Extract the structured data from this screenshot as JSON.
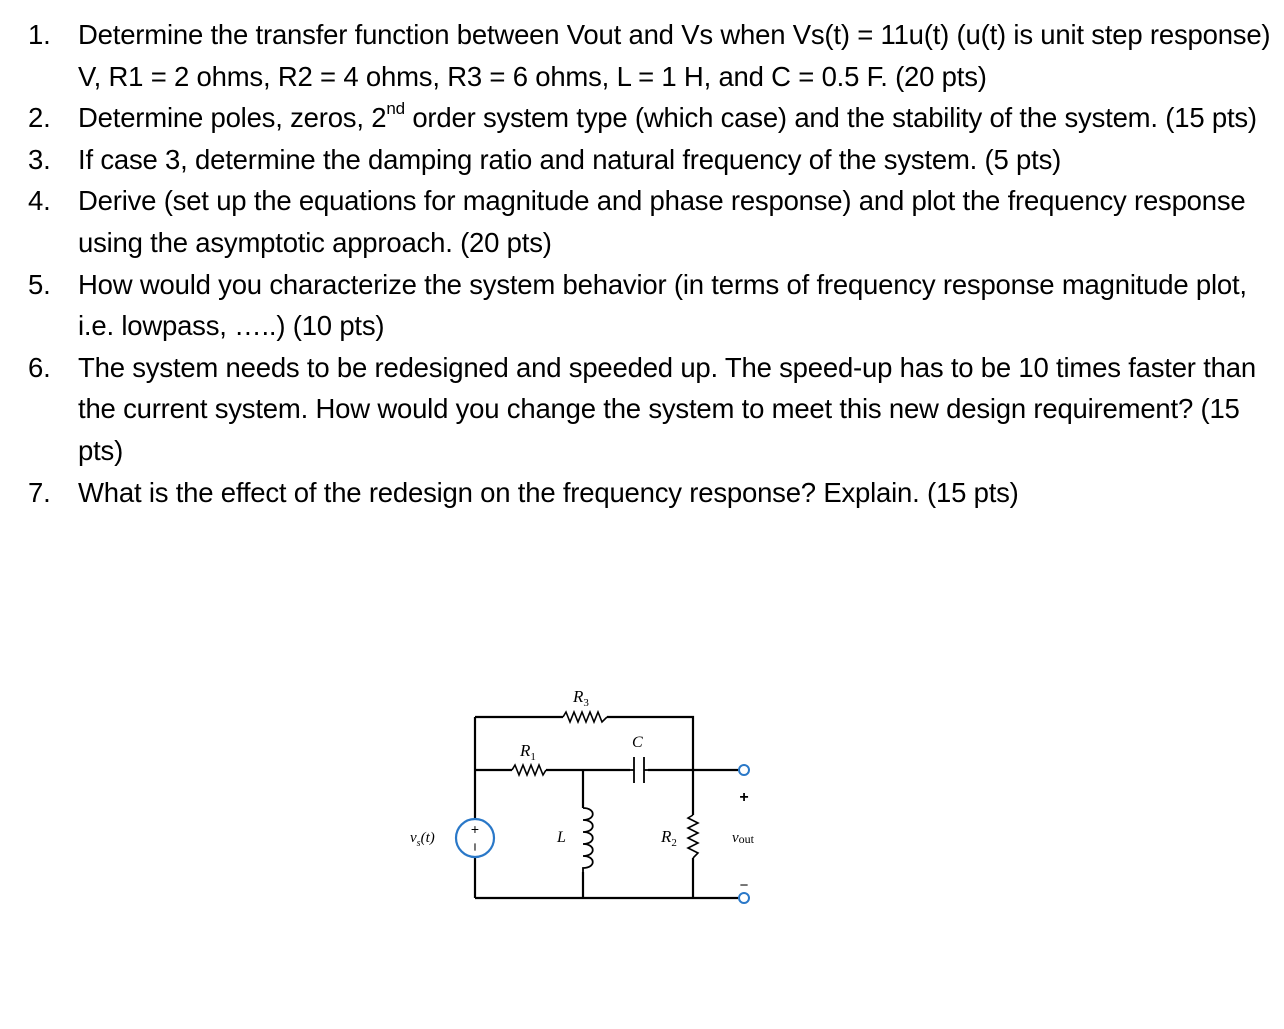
{
  "questions": [
    {
      "number": "1.",
      "text": "Determine the transfer function between Vout and Vs when Vs(t) = 11u(t)  (u(t) is unit step response) V, R1 = 2 ohms, R2 = 4 ohms, R3 = 6 ohms, L = 1 H, and C = 0.5 F. (20 pts)"
    },
    {
      "number": "2.",
      "text_before": "Determine poles, zeros, 2",
      "superscript": "nd",
      "text_after": " order system type (which case) and the stability of the system. (15 pts)"
    },
    {
      "number": "3.",
      "text": "If case 3, determine the damping ratio and natural frequency of the system. (5 pts)"
    },
    {
      "number": "4.",
      "text": "Derive (set up the equations for magnitude and phase response) and plot the frequency response using the asymptotic approach. (20 pts)"
    },
    {
      "number": "5.",
      "text": "How would you characterize the system behavior (in terms of frequency response magnitude plot, i.e. lowpass, …..) (10 pts)"
    },
    {
      "number": "6.",
      "text": "The system needs to be redesigned and speeded up. The speed-up has to be 10 times faster than the current system. How would you change the system to meet this new design requirement? (15 pts)"
    },
    {
      "number": "7.",
      "text": "What is the effect of the redesign on the frequency response? Explain. (15 pts)"
    }
  ],
  "circuit": {
    "r3_letter": "R",
    "r3_sub": "3",
    "r1_letter": "R",
    "r1_sub": "1",
    "c_label": "C",
    "l_label": "L",
    "r2_letter": "R",
    "r2_sub": "2",
    "source_letter": "v",
    "source_sub": "s",
    "source_arg": "(t)",
    "source_plus": "+",
    "source_minus": "−",
    "vout_letter": "v",
    "vout_sub": "out",
    "out_plus": "+",
    "out_minus": "−"
  }
}
